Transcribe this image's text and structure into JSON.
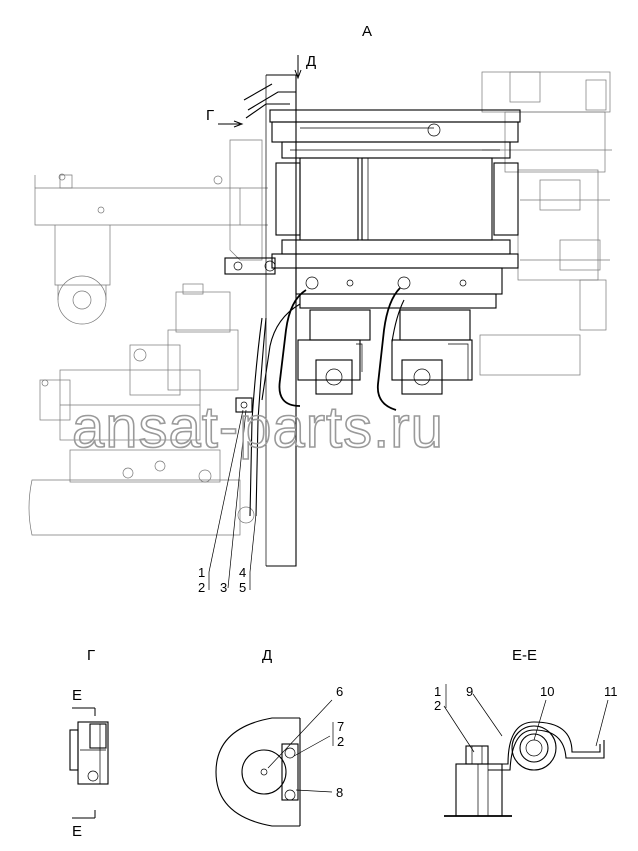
{
  "views": {
    "main_title": "А",
    "view_g_title": "Г",
    "view_d_title": "Д",
    "section_title": "Е-Е"
  },
  "arrows": {
    "d_arrow": "Д",
    "g_arrow": "Г",
    "e_top": "Е",
    "e_bottom": "Е"
  },
  "callouts": {
    "c1": "1",
    "c2": "2",
    "c3": "3",
    "c4": "4",
    "c5": "5",
    "d_c6": "6",
    "d_c7": "7",
    "d_c2": "2",
    "d_c8": "8",
    "e_c1": "1",
    "e_c2": "2",
    "e_c9": "9",
    "e_c10": "10",
    "e_c11": "11"
  },
  "watermark": "ansat-parts.ru"
}
